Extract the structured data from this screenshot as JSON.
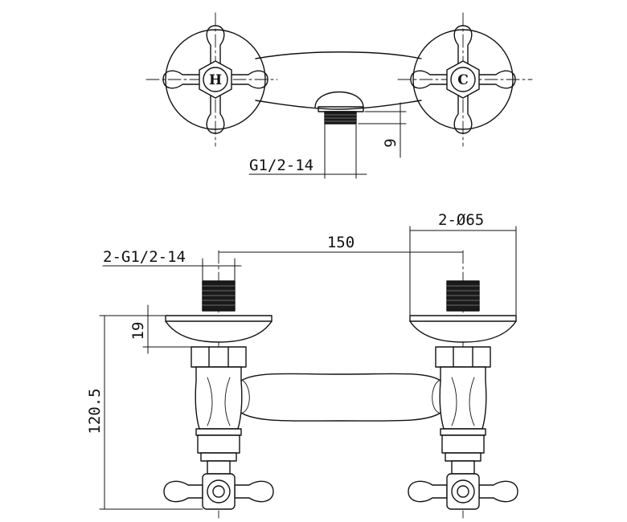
{
  "top_view": {
    "hot_label": "H",
    "cold_label": "C",
    "outlet_thread": "G1/2-14",
    "outlet_height": "9"
  },
  "front_view": {
    "inlet_thread": "2-G1/2-14",
    "center_distance": "150",
    "flange_diameter": "2-Ø65",
    "flange_height": "19",
    "overall_height": "120.5"
  },
  "colors": {
    "line": "#111111",
    "thread_fill": "#1a1a1a",
    "background": "#ffffff"
  }
}
